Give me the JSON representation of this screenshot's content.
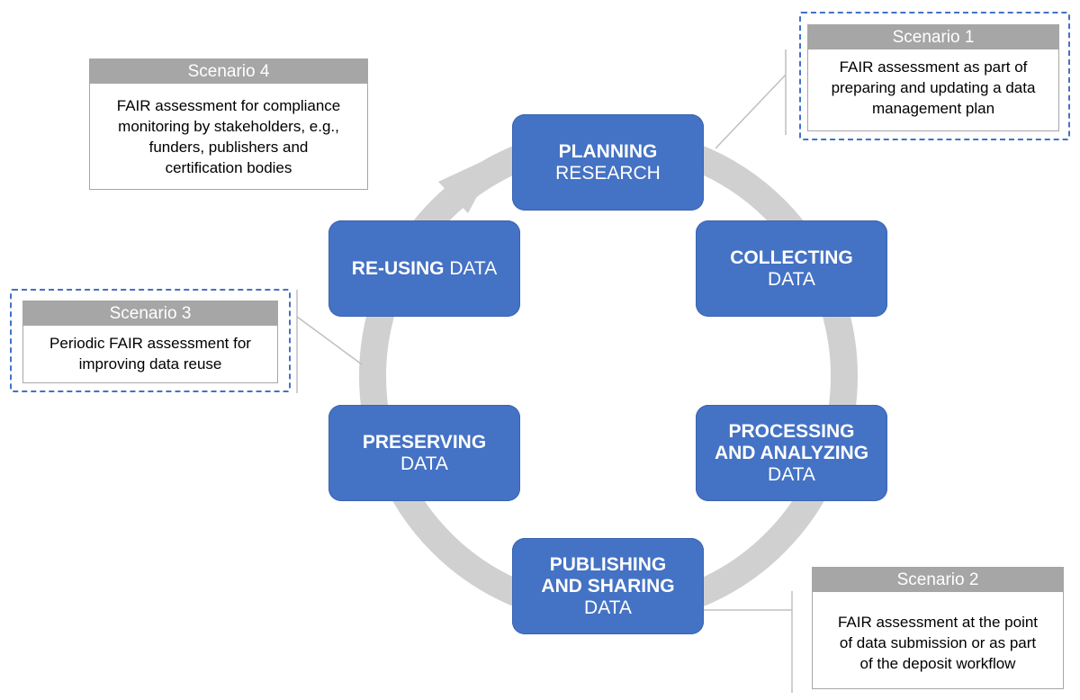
{
  "cycle": {
    "planning": {
      "bold": "PLANNING",
      "light": "RESEARCH"
    },
    "collecting": {
      "bold": "COLLECTING",
      "light": "DATA"
    },
    "processing": {
      "bold1": "PROCESSING",
      "bold2": "AND ANALYZING",
      "light": "DATA"
    },
    "publishing": {
      "bold1": "PUBLISHING",
      "bold2": "AND SHARING",
      "light": "DATA"
    },
    "preserving": {
      "bold": "PRESERVING",
      "light": "DATA"
    },
    "reusing": {
      "bold": "RE-USING",
      "light": "DATA"
    }
  },
  "scenarios": {
    "s1": {
      "title": "Scenario 1",
      "lines": [
        "FAIR assessment as part of",
        "preparing and updating a data",
        "management plan"
      ],
      "highlighted": true
    },
    "s2": {
      "title": "Scenario 2",
      "lines": [
        "FAIR assessment at the point",
        "of data submission or as part",
        "of the deposit workflow"
      ],
      "highlighted": false
    },
    "s3": {
      "title": "Scenario 3",
      "lines": [
        "Periodic FAIR assessment for",
        "improving data reuse"
      ],
      "highlighted": true
    },
    "s4": {
      "title": "Scenario 4",
      "lines": [
        "FAIR assessment for compliance",
        "monitoring by stakeholders, e.g.,",
        "funders, publishers and",
        "certification bodies"
      ],
      "highlighted": false
    }
  },
  "colors": {
    "stage_fill": "#4472c4",
    "ring": "#d0d0d0",
    "header_fill": "#a6a6a6",
    "highlight_border": "#4472c4",
    "connector": "#bfbfbf"
  }
}
